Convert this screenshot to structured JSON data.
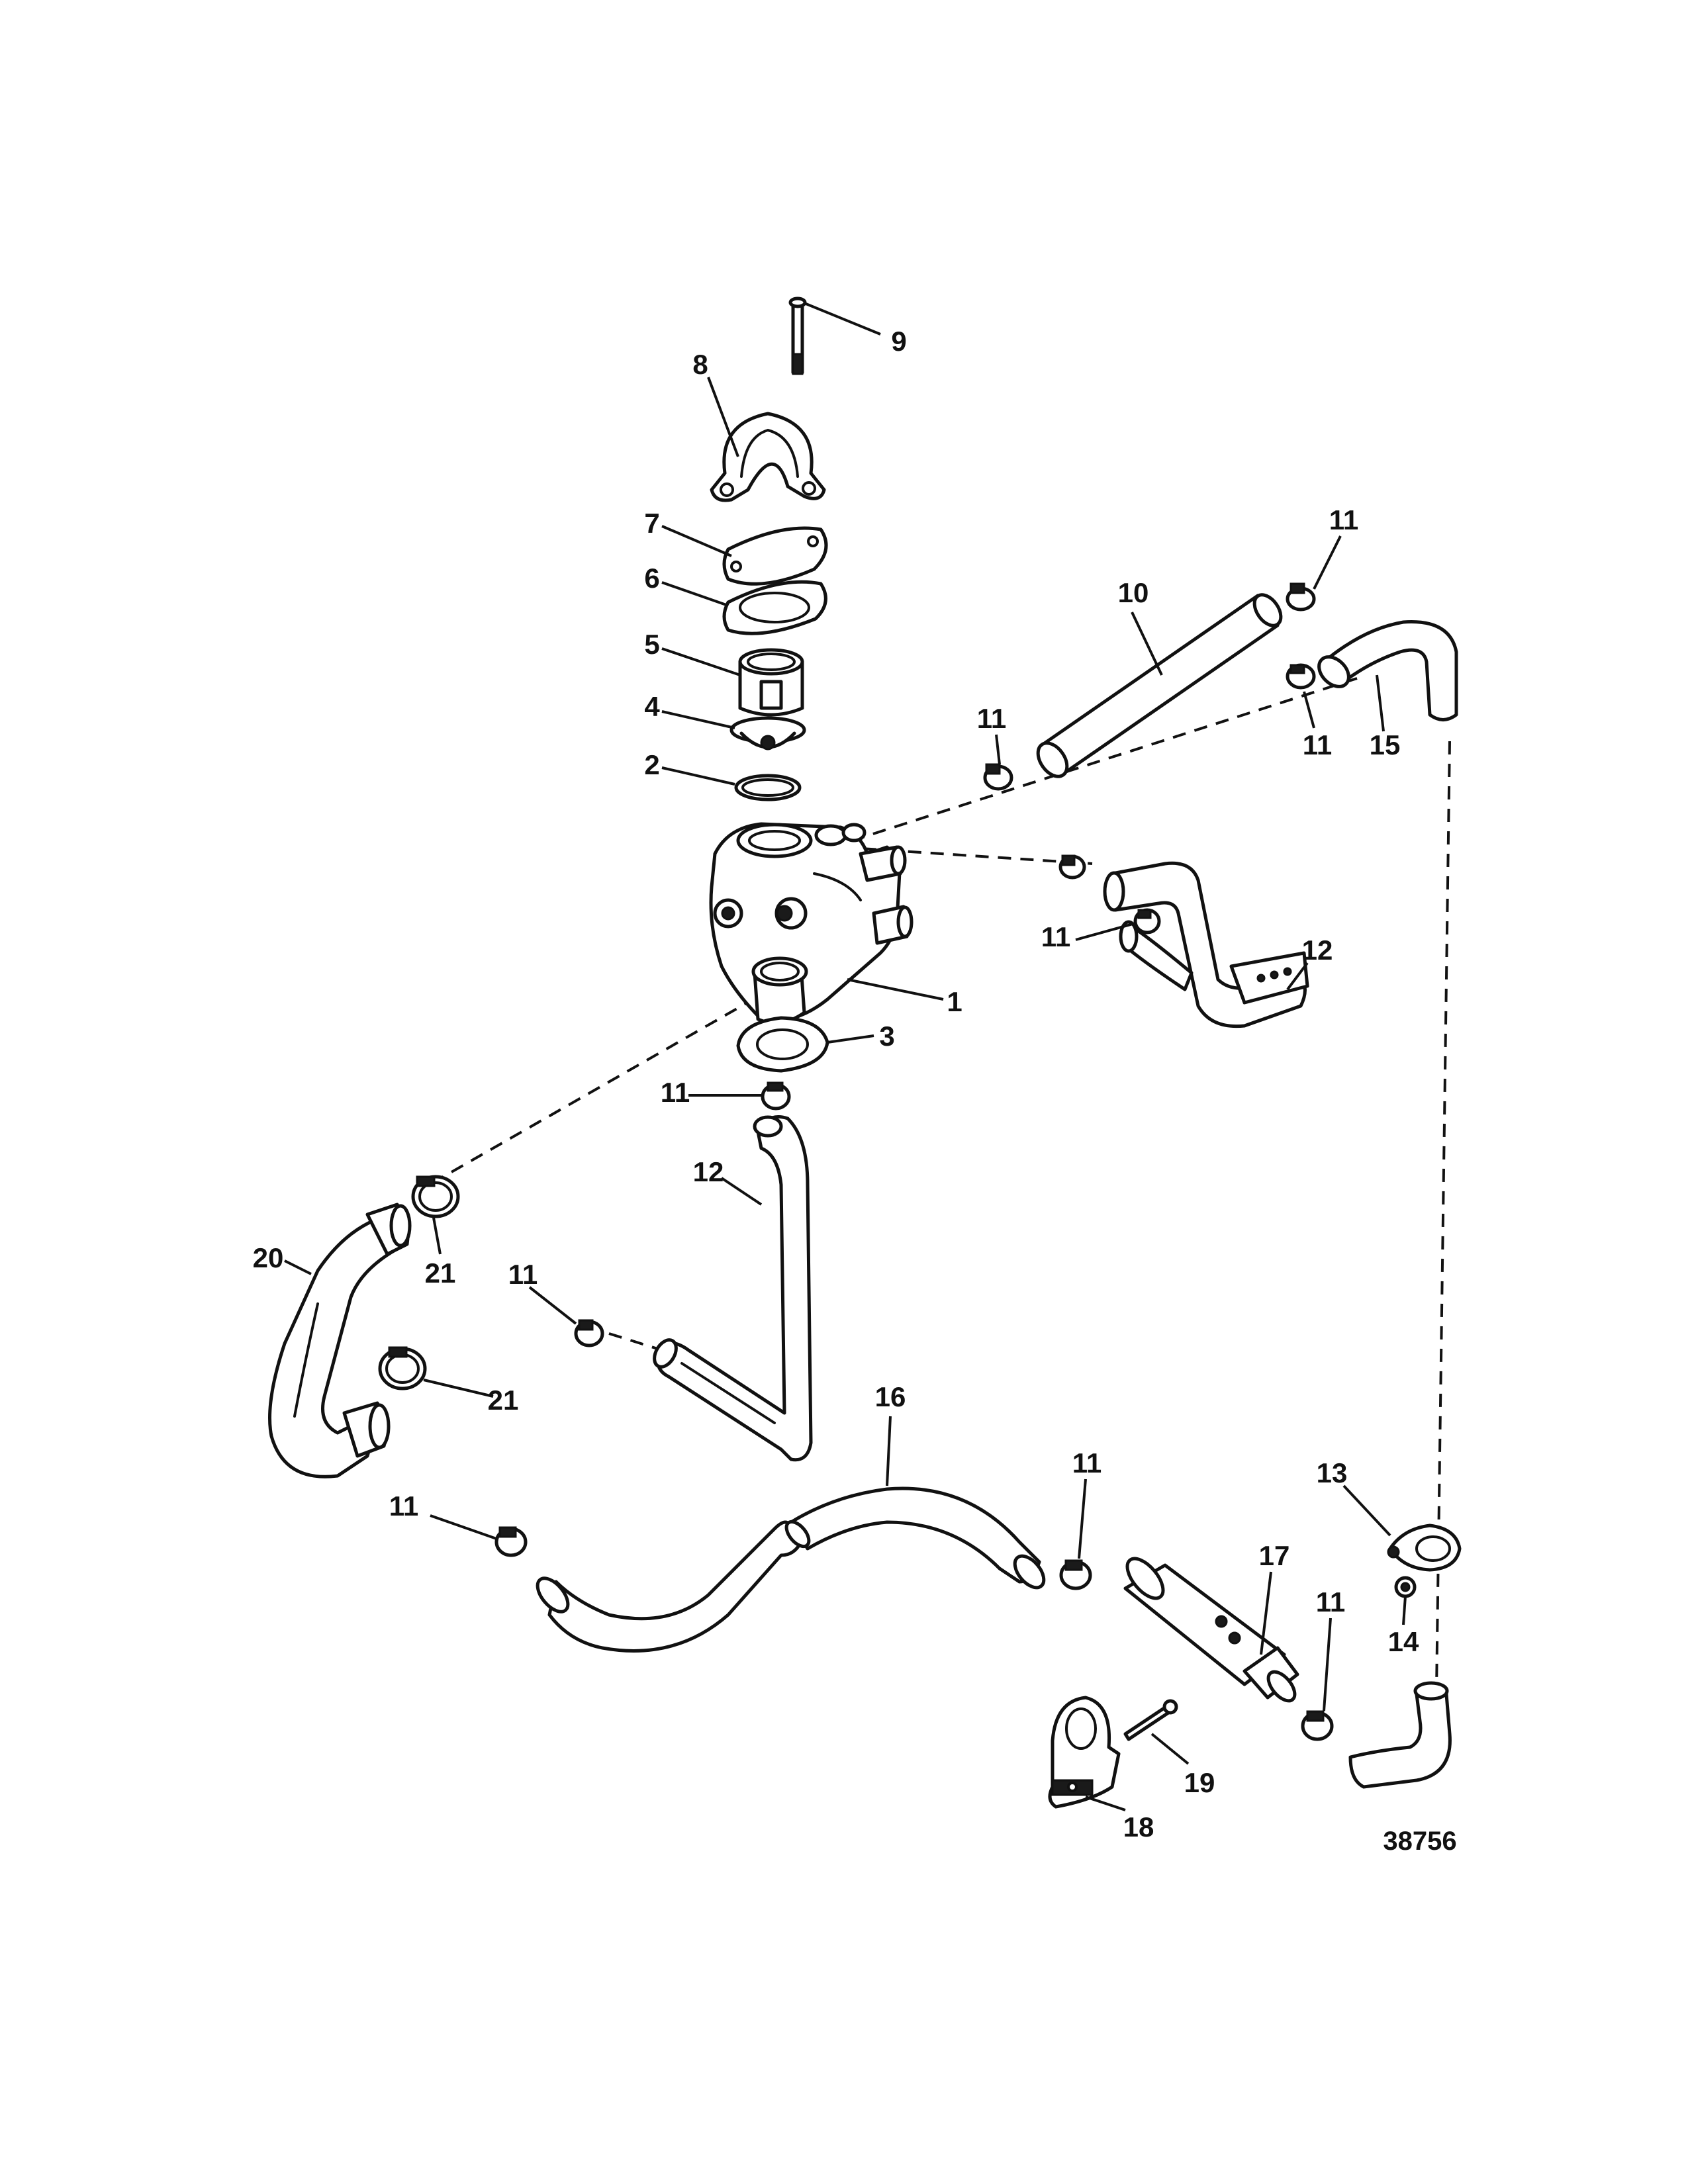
{
  "figure_number": "38756",
  "callouts": {
    "c1": "1",
    "c2": "2",
    "c3": "3",
    "c4": "4",
    "c5": "5",
    "c6": "6",
    "c7": "7",
    "c8": "8",
    "c9": "9",
    "c10": "10",
    "c11a": "11",
    "c11b": "11",
    "c11c": "11",
    "c11d": "11",
    "c11e": "11",
    "c11f": "11",
    "c11g": "11",
    "c11h": "11",
    "c11i": "11",
    "c12a": "12",
    "c12b": "12",
    "c13": "13",
    "c14": "14",
    "c15": "15",
    "c16": "16",
    "c17": "17",
    "c18": "18",
    "c19": "19",
    "c20": "20",
    "c21a": "21",
    "c21b": "21"
  }
}
